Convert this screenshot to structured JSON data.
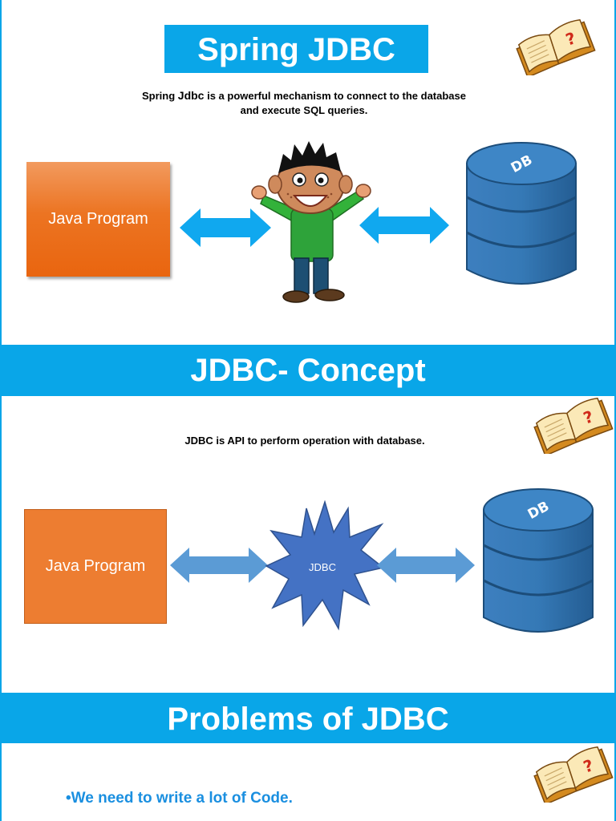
{
  "slide1": {
    "title": "Spring JDBC",
    "caption": {
      "part1": "Spring ",
      "highlight": "Jdbc",
      "part2": " is a powerful mechanism to connect to the database and execute SQL queries."
    },
    "java_box": "Java Program",
    "db_label": "DB"
  },
  "slide2": {
    "title": "JDBC- Concept",
    "caption": "JDBC is API to perform operation with database.",
    "java_box": "Java Program",
    "jdbc_label": "JDBC",
    "db_label": "DB"
  },
  "slide3": {
    "title": "Problems of JDBC",
    "bullet": "•We need to write a lot of Code."
  },
  "colors": {
    "accent_blue": "#09a6e8",
    "orange": "#ed7d31",
    "db_blue": "#2e6da4",
    "arrow_bright": "#10a8ef",
    "arrow_muted": "#5b9bd5",
    "star_blue": "#4472c4",
    "bullet_blue": "#1a8fe0"
  },
  "icons": [
    "open-book-question-icon",
    "database-cylinder-icon",
    "double-arrow-icon",
    "cartoon-boy-figure",
    "starburst-shape"
  ]
}
